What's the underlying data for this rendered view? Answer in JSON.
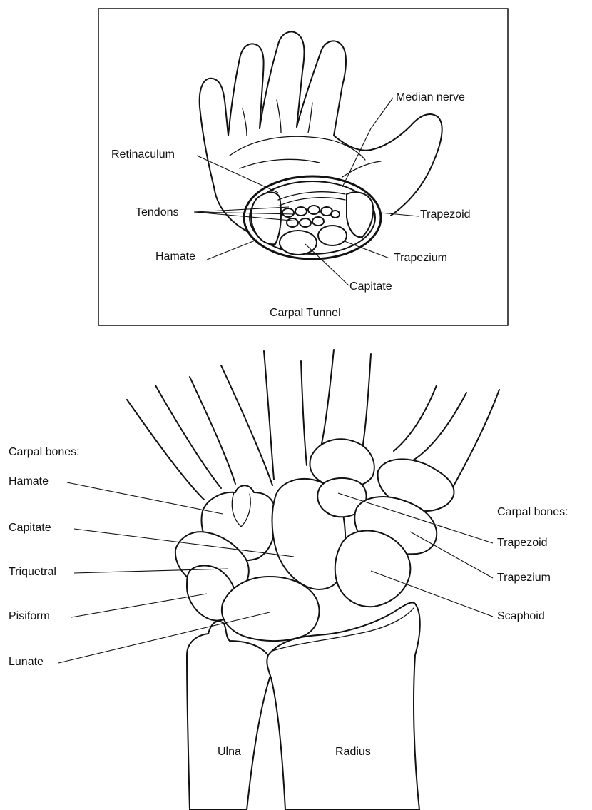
{
  "top_figure": {
    "caption": "Carpal Tunnel",
    "labels": {
      "median_nerve": "Median nerve",
      "retinaculum": "Retinaculum",
      "tendons": "Tendons",
      "hamate": "Hamate",
      "trapezoid": "Trapezoid",
      "trapezium": "Trapezium",
      "capitate": "Capitate"
    }
  },
  "bottom_figure": {
    "left_heading": "Carpal bones:",
    "right_heading": "Carpal bones:",
    "left_labels": {
      "hamate": "Hamate",
      "capitate": "Capitate",
      "triquetral": "Triquetral",
      "pisiform": "Pisiform",
      "lunate": "Lunate"
    },
    "right_labels": {
      "trapezoid": "Trapezoid",
      "trapezium": "Trapezium",
      "scaphoid": "Scaphoid"
    },
    "forearm_labels": {
      "ulna": "Ulna",
      "radius": "Radius"
    }
  }
}
